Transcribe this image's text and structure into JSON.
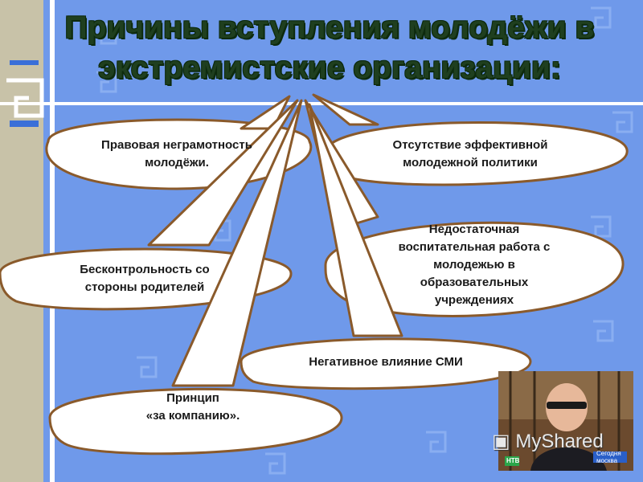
{
  "title": {
    "line1": "Причины вступления молодёжи в",
    "line2": "экстремистские организации:"
  },
  "causes": {
    "legal_illiteracy_line1": "Правовая неграмотность",
    "legal_illiteracy_line2": "молодёжи.",
    "no_policy_line1": "Отсутствие эффективной",
    "no_policy_line2": "молодежной политики",
    "education_line1": "Недостаточная",
    "education_line2": "воспитательная работа с",
    "education_line3": "молодежью в",
    "education_line4": "образовательных",
    "education_line5": "учреждениях",
    "parents_line1": "Бесконтрольность со",
    "parents_line2": "стороны родителей",
    "media": "Негативное влияние СМИ",
    "company_line1": "Принцип",
    "company_line2": "«за компанию»."
  },
  "photo": {
    "badge_line1": "Сегодня",
    "badge_line2": "москва",
    "channel": "НТВ"
  },
  "watermark": "MyShared",
  "colors": {
    "background": "#6f99ea",
    "bubble_fill": "#ffffff",
    "bubble_stroke": "#8a5a2b",
    "title_text": "#1f3f1f"
  }
}
